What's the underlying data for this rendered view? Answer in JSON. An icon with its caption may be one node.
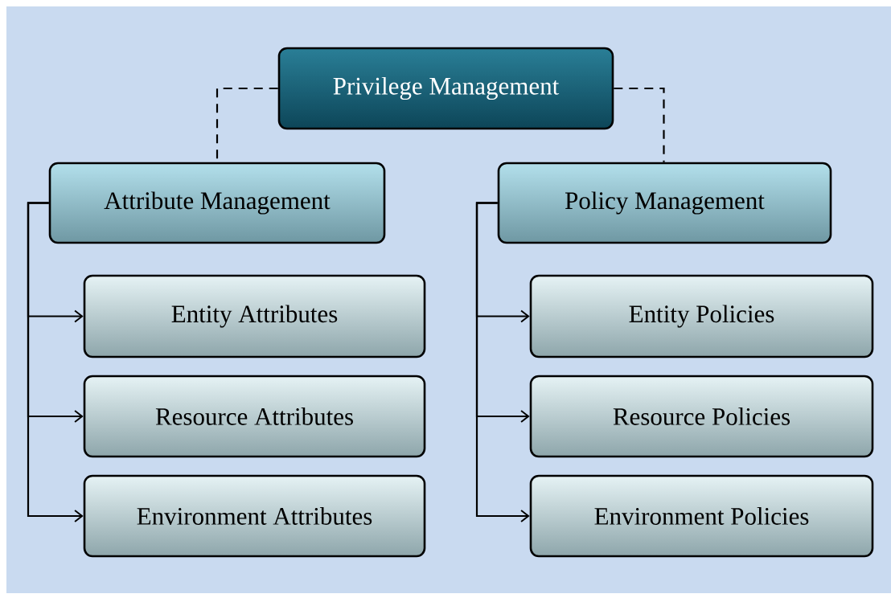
{
  "diagram": {
    "nodes": [
      {
        "text": [
          "Privilege Management"
        ]
      },
      {
        "text": [
          "Attribute Management"
        ]
      },
      {
        "text": [
          "Policy Management"
        ]
      },
      {
        "text": [
          "Entity Attributes"
        ]
      },
      {
        "text": [
          "Resource Attributes"
        ]
      },
      {
        "text": [
          "Environment Attributes"
        ]
      },
      {
        "text": [
          "Entity Policies"
        ]
      },
      {
        "text": [
          "Resource Policies"
        ]
      },
      {
        "text": [
          "Environment Policies"
        ]
      }
    ],
    "edges": [
      {
        "from": 0,
        "to": 1,
        "arrow": "none",
        "style": "dashed"
      },
      {
        "from": 0,
        "to": 2,
        "arrow": "none",
        "style": "dashed"
      },
      {
        "from": 1,
        "to": 3,
        "arrow": "to"
      },
      {
        "from": 1,
        "to": 4,
        "arrow": "to"
      },
      {
        "from": 1,
        "to": 5,
        "arrow": "to"
      },
      {
        "from": 2,
        "to": 6,
        "arrow": "to"
      },
      {
        "from": 2,
        "to": 7,
        "arrow": "to"
      },
      {
        "from": 2,
        "to": 8,
        "arrow": "to"
      }
    ]
  }
}
